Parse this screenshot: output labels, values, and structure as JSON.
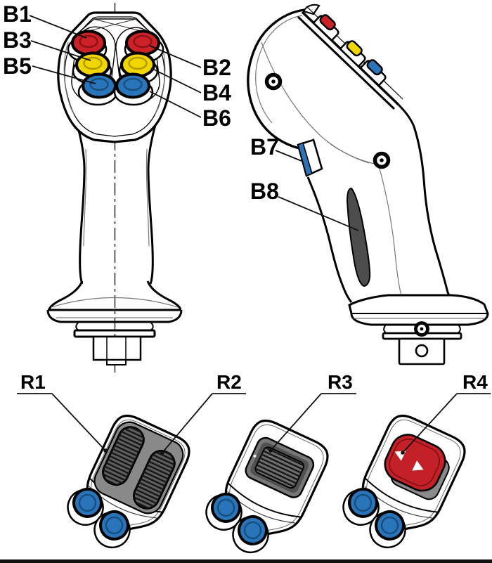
{
  "colors": {
    "button_red": "#cd2128",
    "button_yellow": "#f2d600",
    "button_blue": "#2a74ba",
    "rocker_red": "#c32027",
    "roller_gray": "#5f5f5f",
    "trigger_dark": "#4d4d4d"
  },
  "diagram": {
    "front_view": {
      "buttons": [
        {
          "label": "B1",
          "color": "red",
          "position": "top-left"
        },
        {
          "label": "B2",
          "color": "red",
          "position": "top-right"
        },
        {
          "label": "B3",
          "color": "yellow",
          "position": "middle-left"
        },
        {
          "label": "B4",
          "color": "yellow",
          "position": "middle-right"
        },
        {
          "label": "B5",
          "color": "blue",
          "position": "bottom-left"
        },
        {
          "label": "B6",
          "color": "blue",
          "position": "bottom-right"
        }
      ]
    },
    "side_view": {
      "buttons": [
        {
          "label": "B7",
          "color": "blue",
          "position": "front-trigger"
        },
        {
          "label": "B8",
          "color": "dark-gray",
          "position": "grip-trigger"
        }
      ]
    },
    "bottom_views": [
      {
        "controls": [
          {
            "label": "R1",
            "type": "roller"
          },
          {
            "label": "R2",
            "type": "roller"
          }
        ]
      },
      {
        "controls": [
          {
            "label": "R3",
            "type": "roller"
          }
        ]
      },
      {
        "controls": [
          {
            "label": "R4",
            "type": "rocker",
            "color": "red"
          }
        ]
      }
    ]
  }
}
